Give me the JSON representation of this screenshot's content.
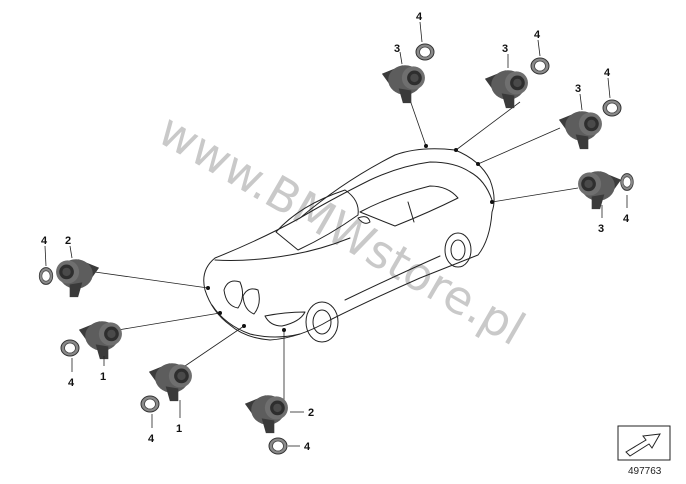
{
  "diagram": {
    "watermark": "www.BMWstore.pl",
    "doc_number": "497763",
    "callouts": {
      "top_left_ring": "4",
      "top_left_sensor": "3",
      "top_mid_sensor": "3",
      "top_mid_ring": "4",
      "right_upper_sensor": "3",
      "right_upper_ring": "4",
      "right_lower_sensor": "3",
      "right_lower_ring": "4",
      "left_upper_ring": "4",
      "left_upper_sensor": "2",
      "left_lower_ring": "4",
      "left_lower_sensor": "1",
      "bottom_mid_ring": "4",
      "bottom_mid_sensor": "1",
      "bottom_right_sensor": "2",
      "bottom_right_ring": "4"
    },
    "colors": {
      "sensor_body": "#5d5d5d",
      "sensor_dark": "#2e2e2e",
      "ring": "#8a8a8a",
      "line": "#222222",
      "watermark": "#b8b8b8"
    }
  }
}
